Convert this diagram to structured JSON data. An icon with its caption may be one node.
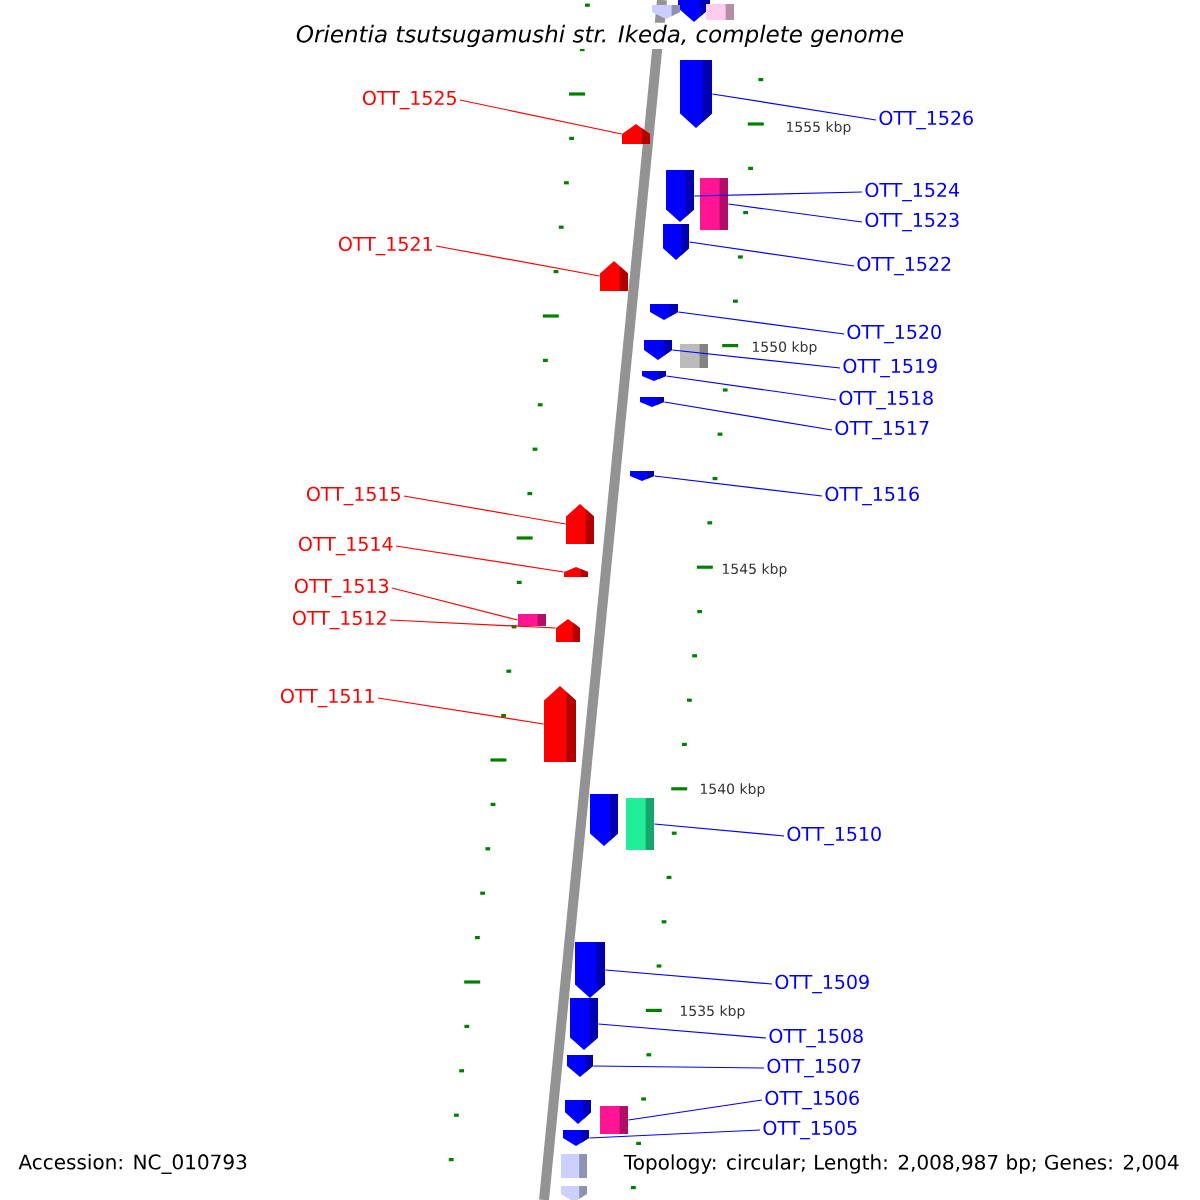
{
  "diagram": {
    "title": "Orientia tsutsugamushi str. Ikeda, complete genome",
    "nodes": [
      {
        "text": [
          "OTT_1525"
        ]
      },
      {
        "text": [],
        "shape": "arrow"
      },
      {
        "text": [
          "OTT_1526"
        ]
      },
      {
        "text": [],
        "shape": "arrow"
      },
      {
        "text": [
          "OTT_1524"
        ]
      },
      {
        "text": [],
        "shape": "arrow"
      },
      {
        "text": [
          "OTT_1523"
        ]
      },
      {
        "text": [],
        "shape": "box"
      },
      {
        "text": [
          "OTT_1521"
        ]
      },
      {
        "text": [],
        "shape": "arrow"
      },
      {
        "text": [
          "OTT_1522"
        ]
      },
      {
        "text": [],
        "shape": "arrow"
      },
      {
        "text": [
          "OTT_1520"
        ]
      },
      {
        "text": [],
        "shape": "arrow"
      },
      {
        "text": [
          "OTT_1519"
        ]
      },
      {
        "text": [],
        "shape": "arrow"
      },
      {
        "text": [
          "OTT_1518"
        ]
      },
      {
        "text": [],
        "shape": "arrow"
      },
      {
        "text": [
          "OTT_1517"
        ]
      },
      {
        "text": [],
        "shape": "arrow"
      },
      {
        "text": [
          "OTT_1515"
        ]
      },
      {
        "text": [],
        "shape": "arrow"
      },
      {
        "text": [
          "OTT_1516"
        ]
      },
      {
        "text": [],
        "shape": "arrow"
      },
      {
        "text": [
          "OTT_1514"
        ]
      },
      {
        "text": [],
        "shape": "arrow"
      },
      {
        "text": [
          "OTT_1513"
        ]
      },
      {
        "text": [],
        "shape": "box"
      },
      {
        "text": [
          "OTT_1512"
        ]
      },
      {
        "text": [],
        "shape": "arrow"
      },
      {
        "text": [
          "OTT_1511"
        ]
      },
      {
        "text": [],
        "shape": "arrow"
      },
      {
        "text": [
          "OTT_1510"
        ]
      },
      {
        "text": [],
        "shape": "box"
      },
      {
        "text": [
          "OTT_1509"
        ]
      },
      {
        "text": [],
        "shape": "arrow"
      },
      {
        "text": [
          "OTT_1508"
        ]
      },
      {
        "text": [],
        "shape": "arrow"
      },
      {
        "text": [
          "OTT_1507"
        ]
      },
      {
        "text": [],
        "shape": "arrow"
      },
      {
        "text": [
          "OTT_1506"
        ]
      },
      {
        "text": [],
        "shape": "box"
      },
      {
        "text": [
          "OTT_1505"
        ]
      },
      {
        "text": [],
        "shape": "arrow"
      },
      {
        "text": [],
        "shape": "arrow"
      },
      {
        "text": [],
        "shape": "arrow"
      },
      {
        "text": [],
        "shape": "box"
      },
      {
        "text": [],
        "shape": "box"
      },
      {
        "text": [],
        "shape": "arrow"
      },
      {
        "text": [],
        "shape": "arrow"
      },
      {
        "text": [],
        "shape": "box"
      },
      {
        "text": [],
        "shape": "arrow"
      }
    ],
    "edges": [
      {
        "from": 0,
        "to": 1,
        "arrow": "none",
        "color": "#ff0000"
      },
      {
        "from": 2,
        "to": 3,
        "arrow": "none"
      },
      {
        "from": 4,
        "to": 5,
        "arrow": "none"
      },
      {
        "from": 6,
        "to": 7,
        "arrow": "none"
      },
      {
        "from": 8,
        "to": 9,
        "arrow": "none",
        "color": "#ff0000"
      },
      {
        "from": 10,
        "to": 11,
        "arrow": "none"
      },
      {
        "from": 12,
        "to": 13,
        "arrow": "none"
      },
      {
        "from": 14,
        "to": 15,
        "arrow": "none"
      },
      {
        "from": 16,
        "to": 17,
        "arrow": "none"
      },
      {
        "from": 18,
        "to": 19,
        "arrow": "none"
      },
      {
        "from": 20,
        "to": 21,
        "arrow": "none",
        "color": "#ff0000"
      },
      {
        "from": 22,
        "to": 23,
        "arrow": "none"
      },
      {
        "from": 24,
        "to": 25,
        "arrow": "none",
        "color": "#ff0000"
      },
      {
        "from": 26,
        "to": 27,
        "arrow": "none",
        "color": "#ff0000"
      },
      {
        "from": 28,
        "to": 29,
        "arrow": "none",
        "color": "#ff0000"
      },
      {
        "from": 30,
        "to": 31,
        "arrow": "none",
        "color": "#ff0000"
      },
      {
        "from": 32,
        "to": 33,
        "arrow": "none"
      },
      {
        "from": 34,
        "to": 35,
        "arrow": "none"
      },
      {
        "from": 36,
        "to": 37,
        "arrow": "none"
      },
      {
        "from": 38,
        "to": 39,
        "arrow": "none"
      },
      {
        "from": 40,
        "to": 41,
        "arrow": "none"
      },
      {
        "from": 42,
        "to": 43,
        "arrow": "none"
      }
    ],
    "labels": [
      "1555 kbp",
      "1550 kbp",
      "1545 kbp",
      "1540 kbp",
      "1535 kbp",
      "Accession: NC_010793",
      "Topology: circular; Length: 2,008,987 bp; Genes: 2,004"
    ]
  }
}
